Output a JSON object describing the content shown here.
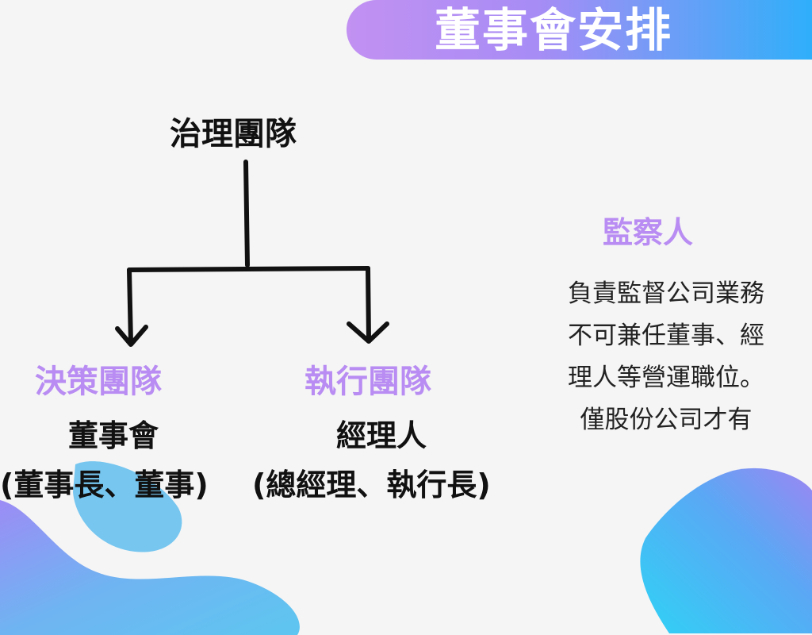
{
  "title": "董事會安排",
  "tree": {
    "root": "治理團隊",
    "left": {
      "heading": "決策團隊",
      "body": "董事會",
      "sub": "(董事長、董事)"
    },
    "right": {
      "heading": "執行團隊",
      "body": "經理人",
      "sub": "(總經理、執行長)"
    }
  },
  "supervisor": {
    "title": "監察人",
    "lines": [
      "負責監督公司業務",
      "不可兼任董事、經",
      "理人等營運職位。",
      "僅股份公司才有"
    ]
  },
  "colors": {
    "accent_purple": "#b88cf2",
    "gradient_start": "#c291f2",
    "gradient_end": "#2ab0fb",
    "text": "#111111",
    "background": "#f5f5f5"
  }
}
